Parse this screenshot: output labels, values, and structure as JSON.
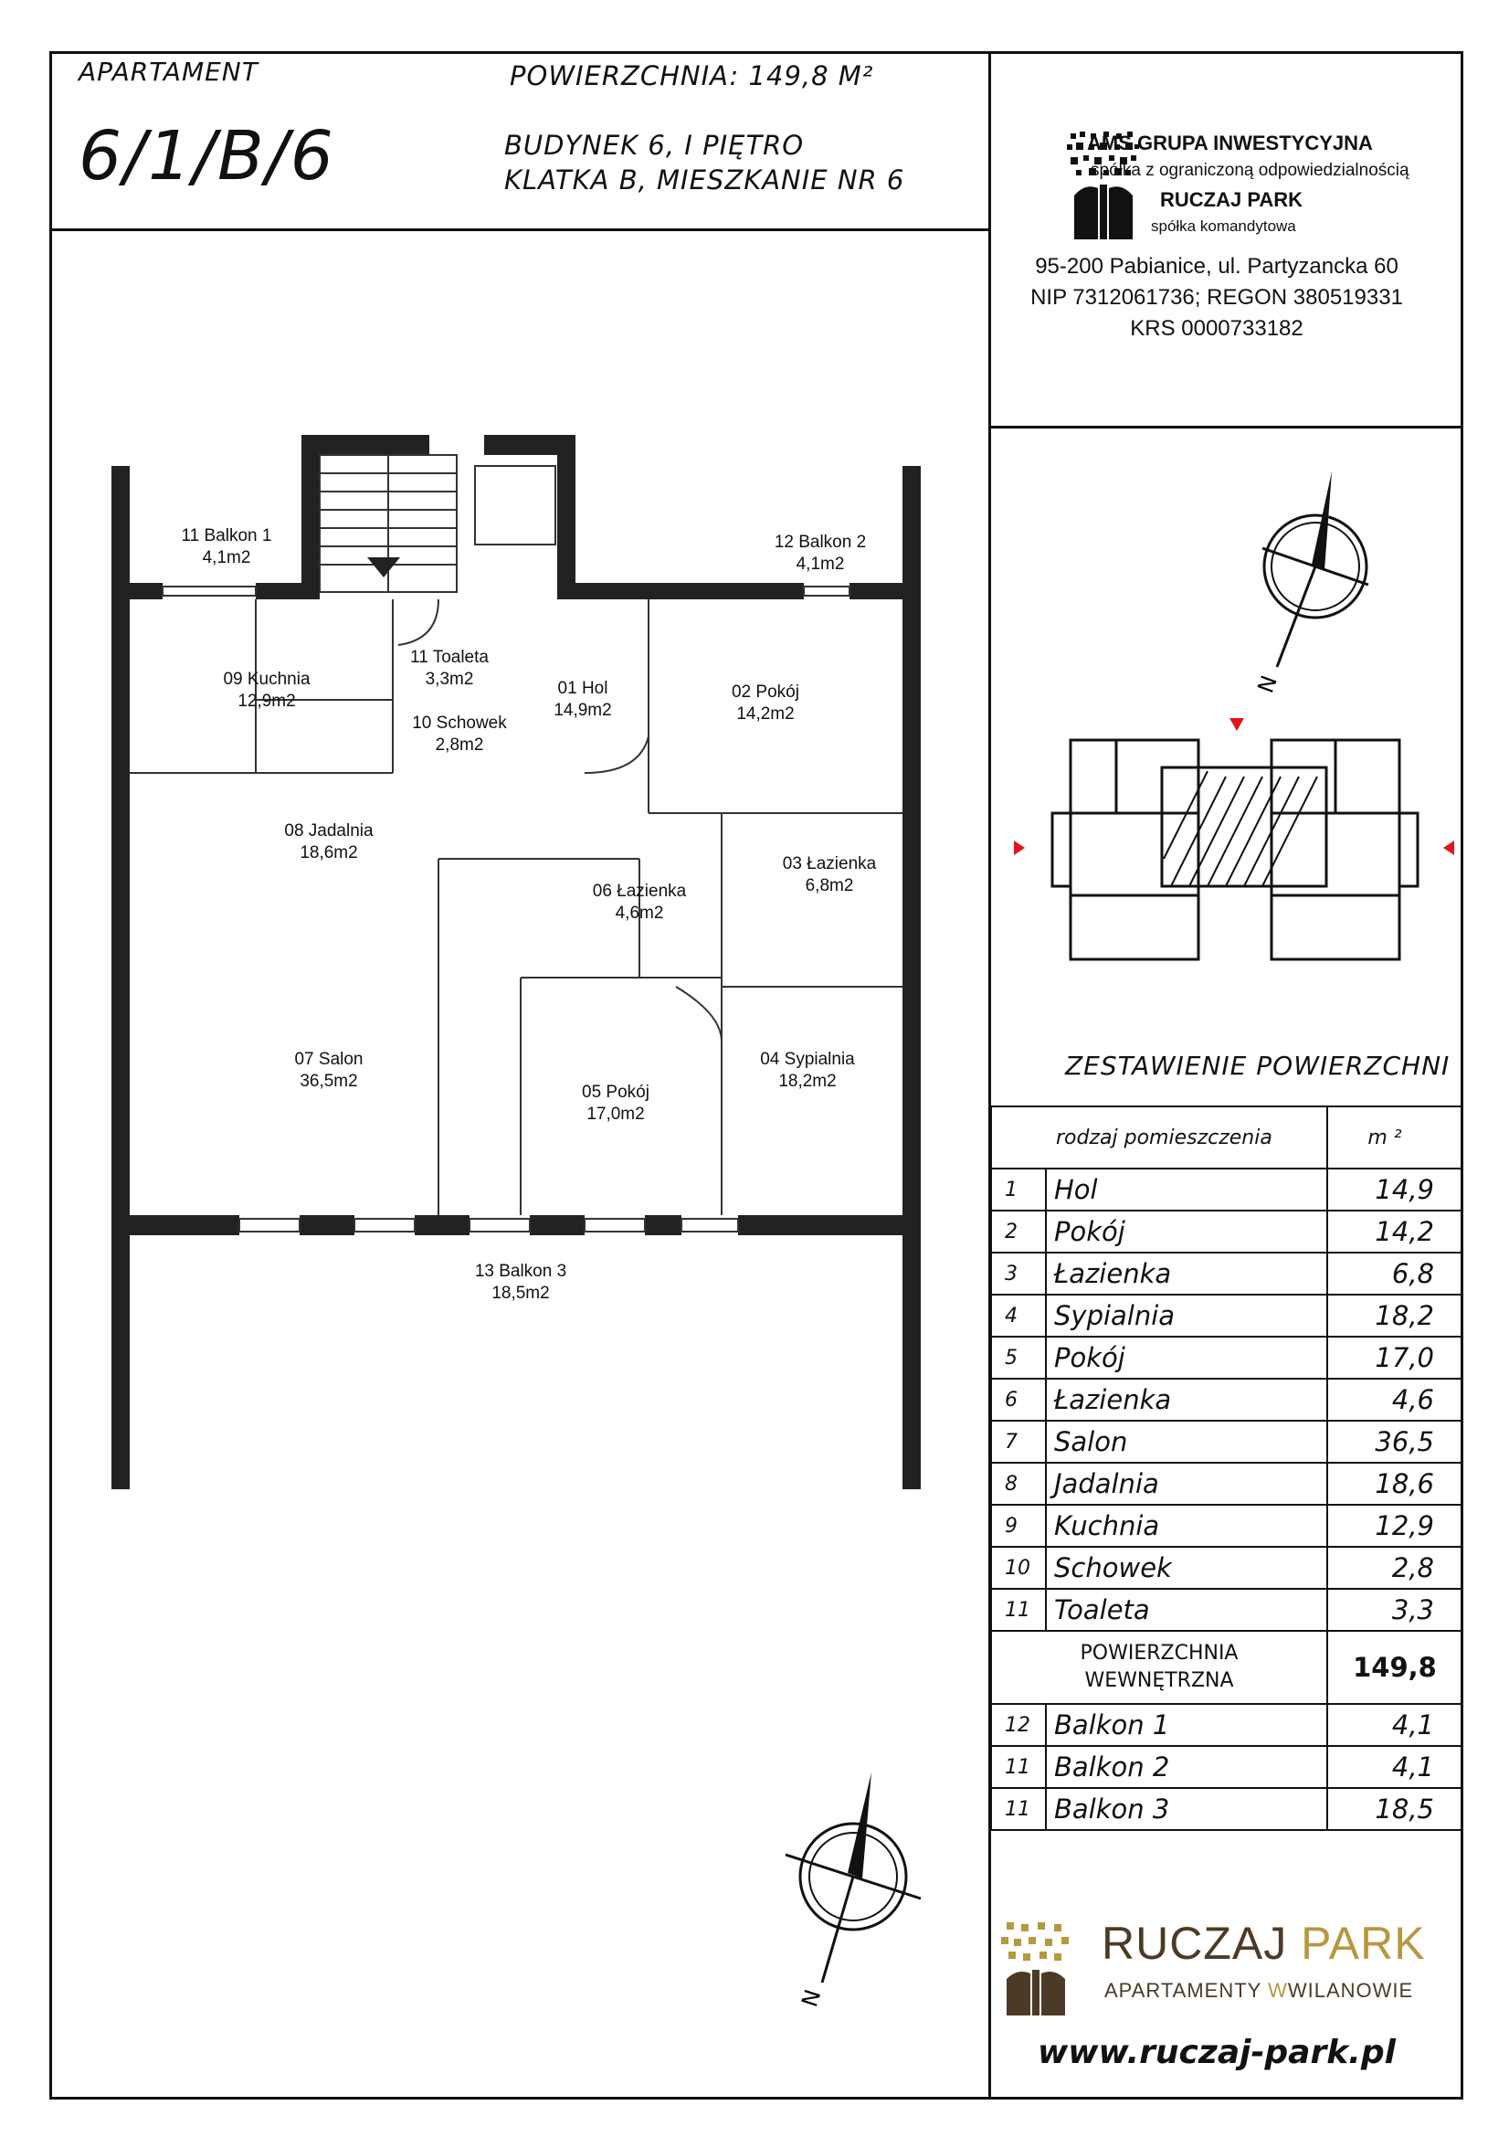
{
  "header": {
    "apartment_label": "APARTAMENT",
    "apartment_number": "6/1/B/6",
    "area_label": "POWIERZCHNIA:  149,8 M²",
    "building_line": "BUDYNEK 6, I PIĘTRO",
    "stair_line": "KLATKA B, MIESZKANIE NR 6"
  },
  "company": {
    "name": "AMS GRUPA INWESTYCYJNA",
    "legal_form": "spółka z ograniczoną odpowiedzialnością",
    "name2": "RUCZAJ PARK",
    "legal_form2": "spółka komandytowa",
    "address": "95-200 Pabianice, ul. Partyzancka 60",
    "nip_regon": "NIP 7312061736; REGON 380519331",
    "krs": "KRS 0000733182"
  },
  "plan_labels": [
    {
      "id": "balkon1",
      "line1": "11 Balkon 1",
      "line2": "4,1m2"
    },
    {
      "id": "balkon2",
      "line1": "12 Balkon 2",
      "line2": "4,1m2"
    },
    {
      "id": "toaleta",
      "line1": "11 Toaleta",
      "line2": "3,3m2"
    },
    {
      "id": "kuchnia",
      "line1": "09 Kuchnia",
      "line2": "12,9m2"
    },
    {
      "id": "hol",
      "line1": "01 Hol",
      "line2": "14,9m2"
    },
    {
      "id": "pokoj2",
      "line1": "02 Pokój",
      "line2": "14,2m2"
    },
    {
      "id": "schowek",
      "line1": "10 Schowek",
      "line2": "2,8m2"
    },
    {
      "id": "jadalnia",
      "line1": "08 Jadalnia",
      "line2": "18,6m2"
    },
    {
      "id": "lazienka3",
      "line1": "03 Łazienka",
      "line2": "6,8m2"
    },
    {
      "id": "lazienka6",
      "line1": "06 Łazienka",
      "line2": "4,6m2"
    },
    {
      "id": "salon",
      "line1": "07 Salon",
      "line2": "36,5m2"
    },
    {
      "id": "sypialnia",
      "line1": "04 Sypialnia",
      "line2": "18,2m2"
    },
    {
      "id": "pokoj5",
      "line1": "05 Pokój",
      "line2": "17,0m2"
    },
    {
      "id": "balkon3",
      "line1": "13 Balkon 3",
      "line2": "18,5m2"
    }
  ],
  "summary": {
    "title": "ZESTAWIENIE POWIERZCHNI",
    "col_type": "rodzaj pomieszczenia",
    "col_unit": "m ²",
    "rows": [
      {
        "n": "1",
        "name": "Hol",
        "value": "14,9"
      },
      {
        "n": "2",
        "name": "Pokój",
        "value": "14,2"
      },
      {
        "n": "3",
        "name": "Łazienka",
        "value": "6,8"
      },
      {
        "n": "4",
        "name": "Sypialnia",
        "value": "18,2"
      },
      {
        "n": "5",
        "name": "Pokój",
        "value": "17,0"
      },
      {
        "n": "6",
        "name": "Łazienka",
        "value": "4,6"
      },
      {
        "n": "7",
        "name": "Salon",
        "value": "36,5"
      },
      {
        "n": "8",
        "name": "Jadalnia",
        "value": "18,6"
      },
      {
        "n": "9",
        "name": "Kuchnia",
        "value": "12,9"
      },
      {
        "n": "10",
        "name": "Schowek",
        "value": "2,8"
      },
      {
        "n": "11",
        "name": "Toaleta",
        "value": "3,3"
      }
    ],
    "total_label_1": "POWIERZCHNIA",
    "total_label_2": "WEWNĘTRZNA",
    "total_value": "149,8",
    "balcony_rows": [
      {
        "n": "12",
        "name": "Balkon 1",
        "value": "4,1"
      },
      {
        "n": "11",
        "name": "Balkon 2",
        "value": "4,1"
      },
      {
        "n": "11",
        "name": "Balkon 3",
        "value": "18,5"
      }
    ]
  },
  "brand": {
    "name_1": "RUCZAJ ",
    "name_2": "PARK",
    "tagline_1": "APARTAMENTY ",
    "tagline_w": "W",
    "tagline_2": "WILANOWIE",
    "website": "www.ruczaj-park.pl"
  },
  "compass_letter": "N",
  "colors": {
    "brand_brown": "#4d3a26",
    "brand_gold": "#b8973f",
    "marker_red": "#e0161b"
  }
}
